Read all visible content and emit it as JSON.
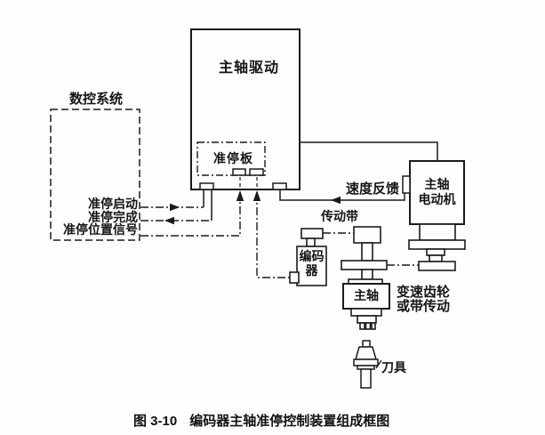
{
  "caption": {
    "prefix": "图 3-10",
    "title": "编码器主轴准停控制装置组成框图"
  },
  "blocks": {
    "cnc_system": "数控系统",
    "spindle_drive": "主轴驱动",
    "orient_board": "准停板",
    "motor_line1": "主轴",
    "motor_line2": "电动机",
    "encoder_line1": "编码",
    "encoder_line2": "器",
    "spindle": "主轴"
  },
  "signals": {
    "orient_start": "准停启动",
    "orient_complete": "准停完成",
    "orient_position": "准停位置信号",
    "speed_feedback": "速度反馈"
  },
  "annotations": {
    "drive_belt": "传动带",
    "transmission_line1": "变速齿轮",
    "transmission_line2": "或带传动",
    "tool": "刀具"
  },
  "colors": {
    "ink": "#1a1a1a",
    "paper": "#fefefe"
  }
}
